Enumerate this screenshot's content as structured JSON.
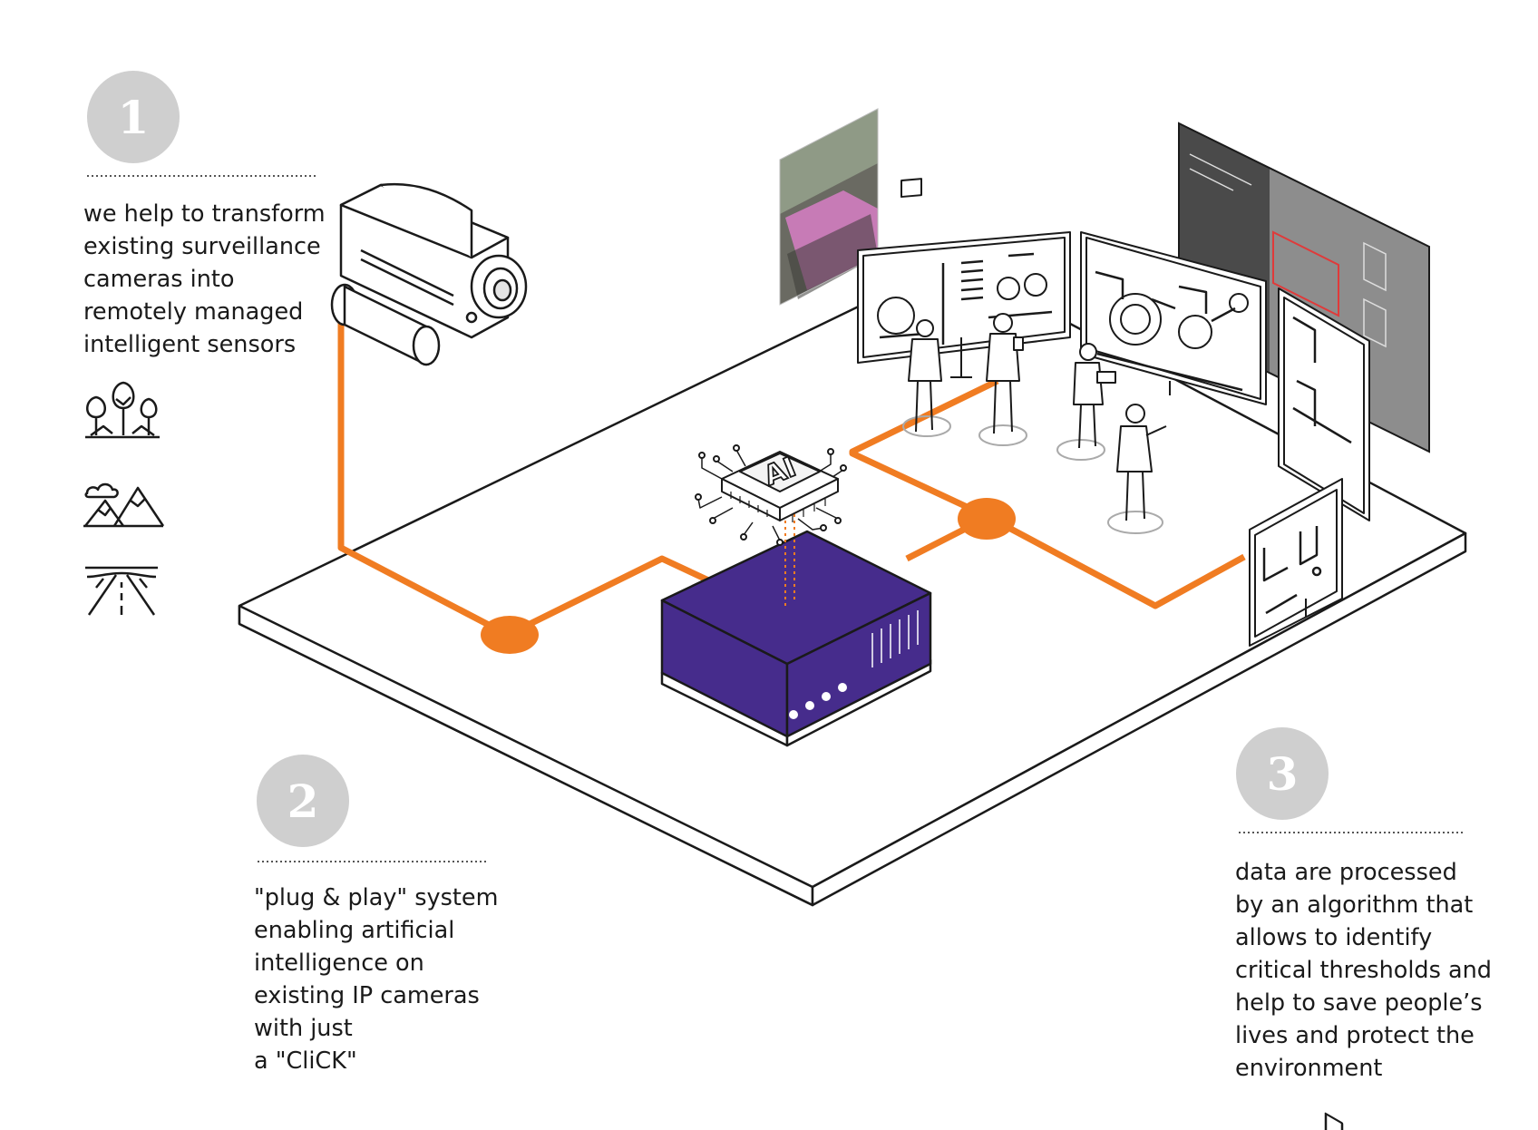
{
  "steps": [
    {
      "number": "1",
      "lines": [
        "we help to transform",
        "existing surveillance",
        "cameras into",
        "remotely managed",
        "intelligent sensors"
      ]
    },
    {
      "number": "2",
      "lines": [
        "\"plug & play\" system",
        "enabling artificial",
        "intelligence on",
        "existing IP cameras",
        "with just",
        "a \"CliCK\""
      ]
    },
    {
      "number": "3",
      "lines": [
        "data are processed",
        "by an algorithm that",
        "allows to identify",
        "critical thresholds and",
        "help to save people’s",
        "lives and protect the",
        "environment"
      ]
    }
  ],
  "chip_label": "AI",
  "environment_icons": [
    "forest-icon",
    "mountains-icon",
    "road-icon"
  ],
  "colors": {
    "network_line": "#f07c22",
    "device": "#462c8c",
    "badge": "#cfcfcf",
    "outline": "#1a1a1a"
  }
}
